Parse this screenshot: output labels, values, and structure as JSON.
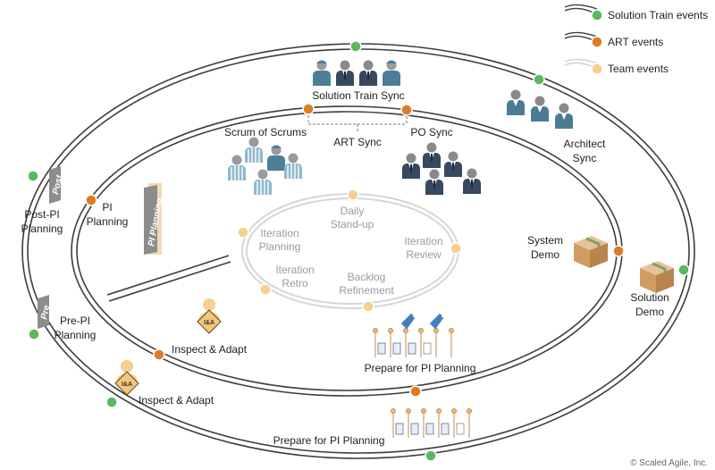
{
  "legend": {
    "solution_train": {
      "label": "Solution Train events",
      "color": "#5cb85c"
    },
    "art": {
      "label": "ART events",
      "color": "#e07b24"
    },
    "team": {
      "label": "Team events",
      "color": "#f7cf8e"
    }
  },
  "solution_train_events": {
    "sync": "Solution Train Sync",
    "architect_sync": [
      "Architect",
      "Sync"
    ],
    "post_pi": [
      "Post-PI",
      "Planning"
    ],
    "pre_pi": [
      "Pre-PI",
      "Planning"
    ],
    "inspect_adapt": "Inspect & Adapt",
    "prepare": "Prepare for PI Planning",
    "solution_demo": [
      "Solution",
      "Demo"
    ]
  },
  "art_events": {
    "scrum_of_scrums": "Scrum of Scrums",
    "art_sync": "ART Sync",
    "po_sync": "PO Sync",
    "pi_planning": [
      "PI",
      "Planning"
    ],
    "system_demo": [
      "System",
      "Demo"
    ],
    "inspect_adapt": "Inspect & Adapt",
    "prepare": "Prepare for PI Planning"
  },
  "team_events": {
    "daily": [
      "Daily",
      "Stand-up"
    ],
    "iteration_planning": [
      "Iteration",
      "Planning"
    ],
    "iteration_review": [
      "Iteration",
      "Review"
    ],
    "iteration_retro": [
      "Iteration",
      "Retro"
    ],
    "backlog_refinement": [
      "Backlog",
      "Refinement"
    ]
  },
  "tags": {
    "post": "Post",
    "pi_planning": "PI Planning",
    "pre": "Pre"
  },
  "ia_badge": "I&A",
  "copyright": "© Scaled Agile, Inc."
}
